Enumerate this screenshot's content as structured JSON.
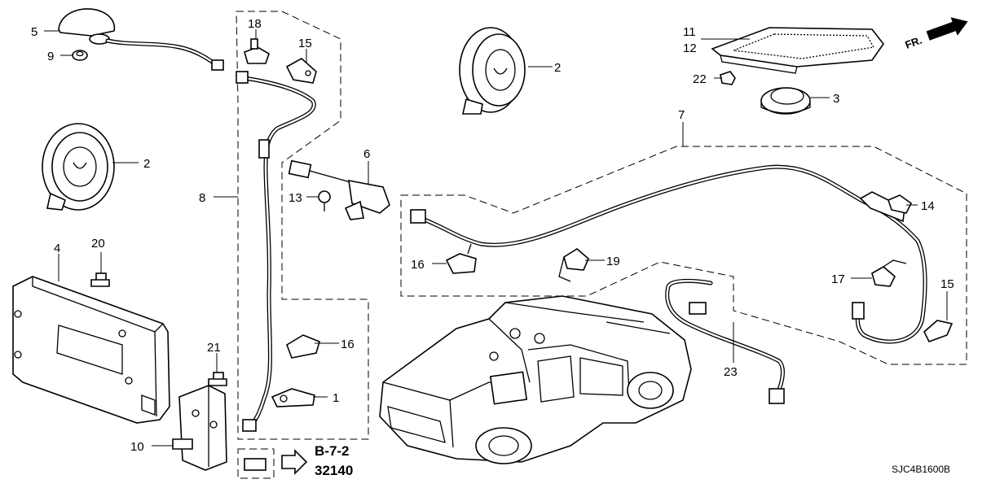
{
  "callouts": [
    {
      "id": "c5",
      "text": "5"
    },
    {
      "id": "c9",
      "text": "9"
    },
    {
      "id": "c2a",
      "text": "2"
    },
    {
      "id": "c4",
      "text": "4"
    },
    {
      "id": "c20",
      "text": "20"
    },
    {
      "id": "c21",
      "text": "21"
    },
    {
      "id": "c10",
      "text": "10"
    },
    {
      "id": "c8",
      "text": "8"
    },
    {
      "id": "c18",
      "text": "18"
    },
    {
      "id": "c15a",
      "text": "15"
    },
    {
      "id": "c6",
      "text": "6"
    },
    {
      "id": "c13",
      "text": "13"
    },
    {
      "id": "c16a",
      "text": "16"
    },
    {
      "id": "c1",
      "text": "1"
    },
    {
      "id": "c2b",
      "text": "2"
    },
    {
      "id": "c11",
      "text": "11"
    },
    {
      "id": "c12",
      "text": "12"
    },
    {
      "id": "c22",
      "text": "22"
    },
    {
      "id": "c3",
      "text": "3"
    },
    {
      "id": "c7",
      "text": "7"
    },
    {
      "id": "c14",
      "text": "14"
    },
    {
      "id": "c16b",
      "text": "16"
    },
    {
      "id": "c19",
      "text": "19"
    },
    {
      "id": "c17",
      "text": "17"
    },
    {
      "id": "c15b",
      "text": "15"
    },
    {
      "id": "c23",
      "text": "23"
    }
  ],
  "reference": {
    "section": "B-7-2",
    "part_number": "32140"
  },
  "direction_marker": "FR.",
  "diagram_code": "SJC4B1600B"
}
